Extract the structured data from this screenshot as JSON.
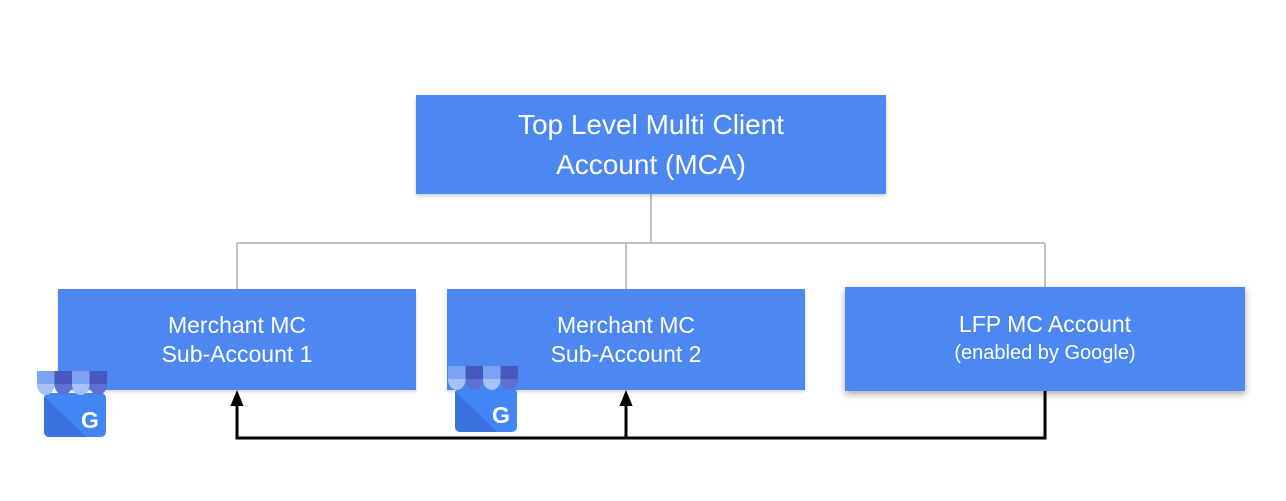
{
  "diagram": {
    "nodes": [
      {
        "id": "mca",
        "label_lines": [
          "Top Level Multi Client",
          "Account (MCA)"
        ]
      },
      {
        "id": "merchant-sub-1",
        "label_lines": [
          "Merchant MC",
          "Sub-Account 1"
        ]
      },
      {
        "id": "merchant-sub-2",
        "label_lines": [
          "Merchant MC",
          "Sub-Account 2"
        ]
      },
      {
        "id": "lfp",
        "label_lines": [
          "LFP MC Account",
          "(enabled by Google)"
        ]
      }
    ],
    "edges": [
      {
        "from": "mca",
        "to": "merchant-sub-1",
        "style": "tree-line"
      },
      {
        "from": "mca",
        "to": "merchant-sub-2",
        "style": "tree-line"
      },
      {
        "from": "mca",
        "to": "lfp",
        "style": "tree-line"
      },
      {
        "from": "lfp",
        "to": "merchant-sub-1",
        "style": "black-arrow"
      },
      {
        "from": "lfp",
        "to": "merchant-sub-2",
        "style": "black-arrow"
      }
    ]
  },
  "icons": {
    "gmb": {
      "name": "google-my-business-icon",
      "letter": "G"
    }
  },
  "colors": {
    "node_fill": "#4d87f2",
    "node_text": "#ffffff",
    "tree_line": "#c2c2c2",
    "arrow_line": "#000000",
    "gmb_body": "#4285f4",
    "gmb_body_shade": "#3a72de",
    "gmb_awning_light": "#7aa4f1",
    "gmb_awning_light_scallop": "#a5c2f9",
    "gmb_awning_dark": "#4859be",
    "gmb_awning_dark_scallop": "#5e70d2",
    "gmb_letter": "#ffffff"
  }
}
